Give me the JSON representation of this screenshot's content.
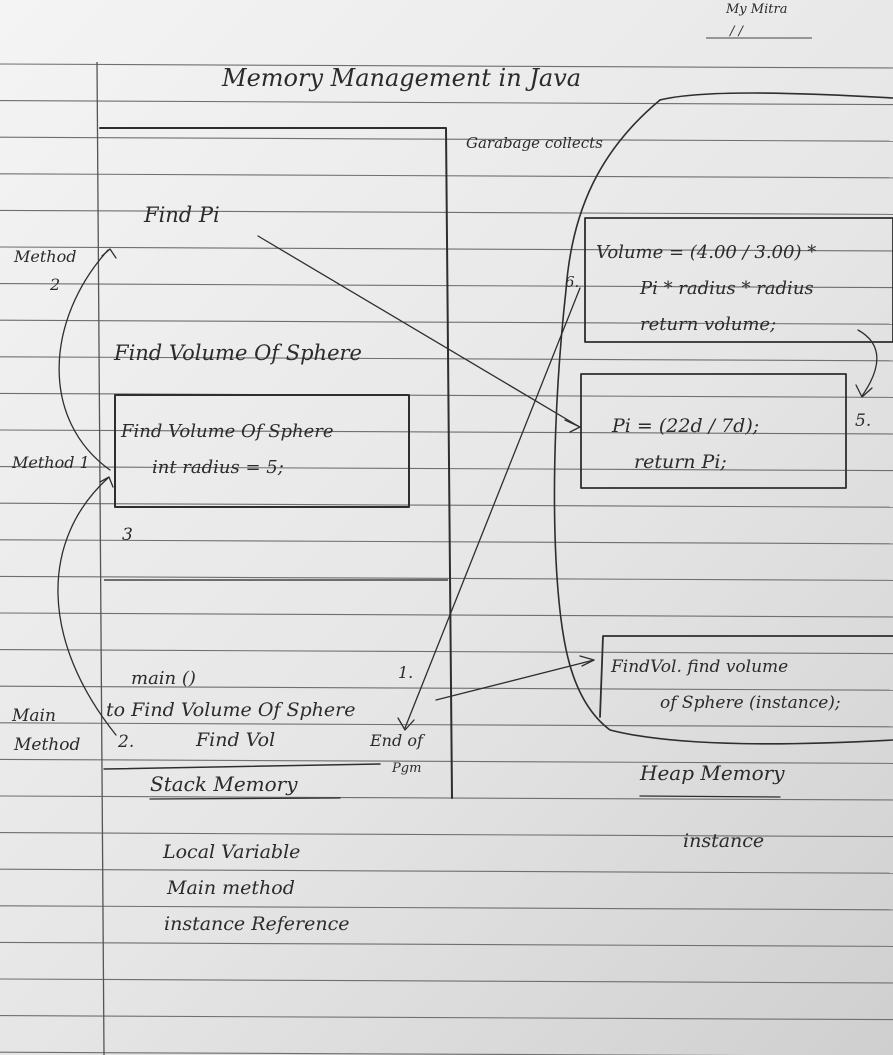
{
  "brand": "My Mitra",
  "date_line": "/ /",
  "title": "Memory Management in Java",
  "garbage_collector": "Garabage collects",
  "stack": {
    "method2_label": [
      "Method",
      "2"
    ],
    "method1_label": [
      "Method 1"
    ],
    "main_label": [
      "Main",
      "Method"
    ],
    "find_pi": "Find Pi",
    "find_volume_header": "Find Volume Of Sphere",
    "frame_line1": "Find Volume Of Sphere",
    "frame_line2": "int radius = 5;",
    "num3": "3",
    "main_call": "main ()",
    "num1": "1.",
    "to_find_volume": "to Find Volume Of Sphere",
    "num2": "2.",
    "find_vol": "Find Vol",
    "end_of": "End of",
    "pgm": "Pgm",
    "stack_memory": "Stack Memory",
    "notes": [
      "Local Variable",
      "Main method",
      "instance Reference"
    ]
  },
  "heap": {
    "num6": "6.",
    "volume_line1": "Volume = (4.00 / 3.00) *",
    "volume_line2": "Pi * radius * radius",
    "volume_line3": "return volume;",
    "pi_line1": "Pi = (22d / 7d);",
    "num5": "5.",
    "pi_line2": "return Pi;",
    "findvol_line1": "FindVol. find volume",
    "findvol_line2": "of Sphere (instance);",
    "heap_memory": "Heap Memory",
    "instance": "instance"
  }
}
